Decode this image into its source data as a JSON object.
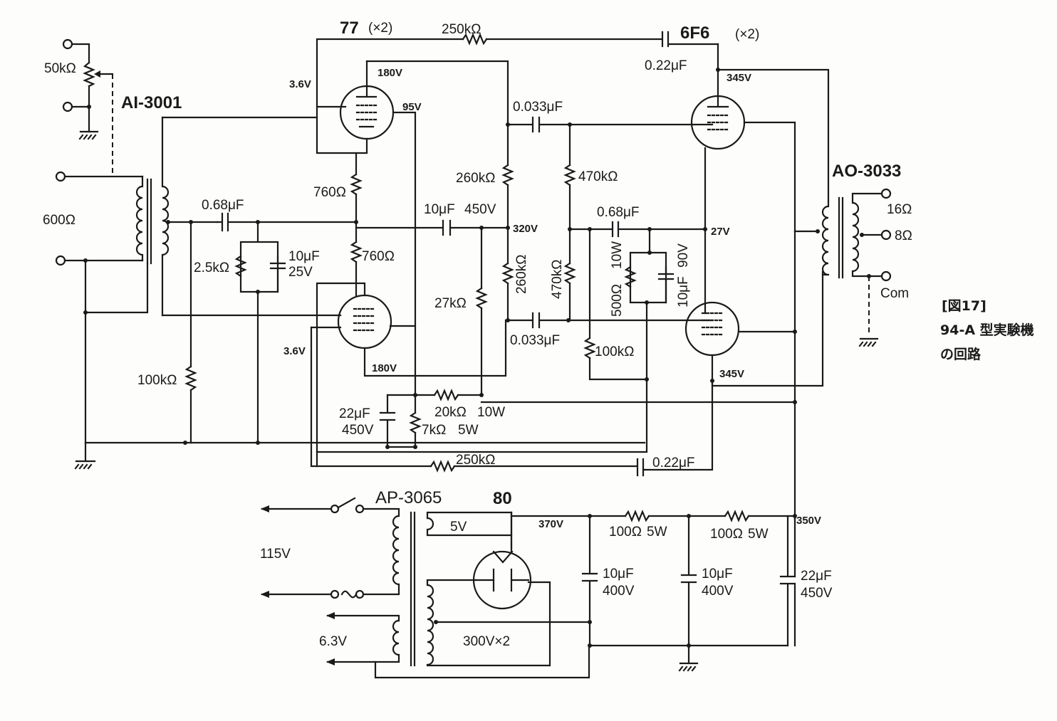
{
  "tubes": {
    "driver": "77",
    "driver_qty": "(×2)",
    "output": "6F6",
    "output_qty": "(×2)",
    "rectifier": "80"
  },
  "transformers": {
    "input": "AI-3001",
    "output": "AO-3033",
    "power": "AP-3065"
  },
  "impedances": {
    "input": "600Ω",
    "tap16": "16Ω",
    "tap8": "8Ω",
    "com": "Com"
  },
  "components": {
    "pot": "50kΩ",
    "r_fb_top": "250kΩ",
    "c_fb_top": "0.22μF",
    "c_in": "0.68μF",
    "r_cath": "2.5kΩ",
    "c_cath": "10μF",
    "c_cath_v": "25V",
    "r_760a": "760Ω",
    "r_760b": "760Ω",
    "c_cpl_top": "0.033μF",
    "c_cpl_bot": "0.033μF",
    "r_260a": "260kΩ",
    "r_260b": "260kΩ",
    "r_470a": "470kΩ",
    "r_470b": "470kΩ",
    "c_bp": "10μF",
    "c_bp_v": "450V",
    "r_27k": "27kΩ",
    "c_068b": "0.68μF",
    "r_500": "500Ω",
    "r_500_w": "10W",
    "c_10_90": "10μF",
    "c_10_90_v": "90V",
    "r_100k_grid": "100kΩ",
    "r_100k_in": "100kΩ",
    "c_22": "22μF",
    "c_22_v": "450V",
    "r_20k": "20kΩ",
    "r_20k_w": "10W",
    "r_7k": "7kΩ",
    "r_7k_w": "5W",
    "r_fb_bot": "250kΩ",
    "c_fb_bot": "0.22μF",
    "r_100a": "100Ω",
    "r_100a_w": "5W",
    "r_100b": "100Ω",
    "r_100b_w": "5W",
    "c_f1": "10μF",
    "c_f1_v": "400V",
    "c_f2": "10μF",
    "c_f2_v": "400V",
    "c_f3": "22μF",
    "c_f3_v": "450V"
  },
  "voltages": {
    "v180_top": "180V",
    "v3_6_top": "3.6V",
    "v95": "95V",
    "v320": "320V",
    "v345_top": "345V",
    "v27": "27V",
    "v3_6_bot": "3.6V",
    "v180_bot": "180V",
    "v345_bot": "345V",
    "v370": "370V",
    "v350": "350V",
    "v5": "5V",
    "v300x2": "300V×2",
    "v115": "115V",
    "v6_3": "6.3V"
  },
  "caption": {
    "fig": "[図17]",
    "line1": "94-A 型実験機",
    "line2": "の回路"
  }
}
